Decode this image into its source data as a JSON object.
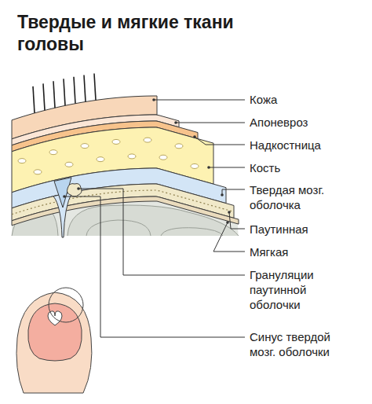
{
  "diagram": {
    "title": "Твердые и мягкие ткани головы",
    "labels": [
      "Кожа",
      "Апоневроз",
      "Надкостница",
      "Кость",
      "Твердая мозг. оболочка",
      "Паутинная",
      "Мягкая",
      "Грануляции паутинной оболочки",
      "Синус твердой мозг. оболочки"
    ]
  }
}
